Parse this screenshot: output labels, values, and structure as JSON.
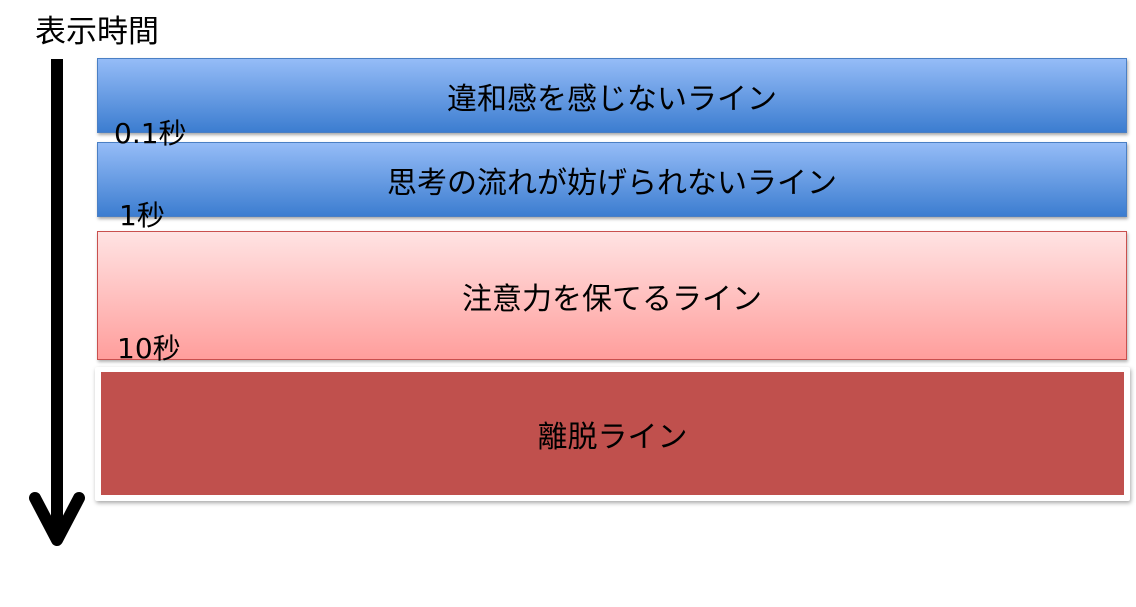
{
  "title": "表示時間",
  "bands": [
    {
      "label": "違和感を感じないライン"
    },
    {
      "label": "思考の流れが妨げられないライン"
    },
    {
      "label": "注意力を保てるライン"
    },
    {
      "label": "離脱ライン"
    }
  ],
  "thresholds": [
    "0.1秒",
    "1秒",
    "10秒"
  ],
  "colors": {
    "blue_top": "#95bcf7",
    "blue_bottom": "#3c7dd0",
    "pink_top": "#ffe3e3",
    "pink_bottom": "#ff9e9c",
    "red": "#c0504d"
  }
}
